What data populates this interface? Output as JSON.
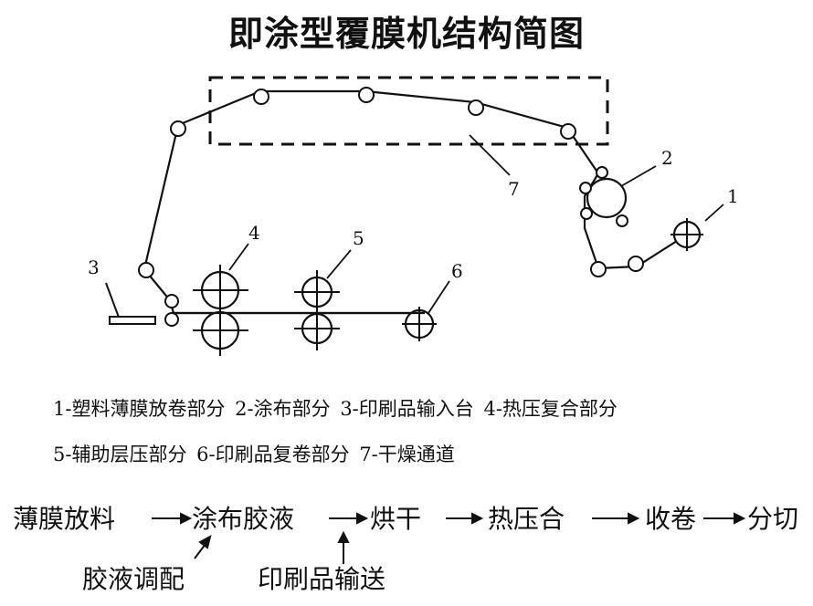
{
  "title": "即涂型覆膜机结构简图",
  "part_numbers": [
    "1",
    "2",
    "3",
    "4",
    "5",
    "6",
    "7"
  ],
  "legend": {
    "line1": [
      "1-塑料薄膜放卷部分",
      "2-涂布部分",
      "3-印刷品输入台",
      "4-热压复合部分"
    ],
    "line2": [
      "5-辅助层压部分",
      "6-印刷品复卷部分",
      "7-干燥通道"
    ]
  },
  "flow": {
    "steps": [
      "薄膜放料",
      "涂布胶液",
      "烘干",
      "热压合",
      "收卷",
      "分切"
    ],
    "inputs": [
      "胶液调配",
      "印刷品输送"
    ]
  }
}
